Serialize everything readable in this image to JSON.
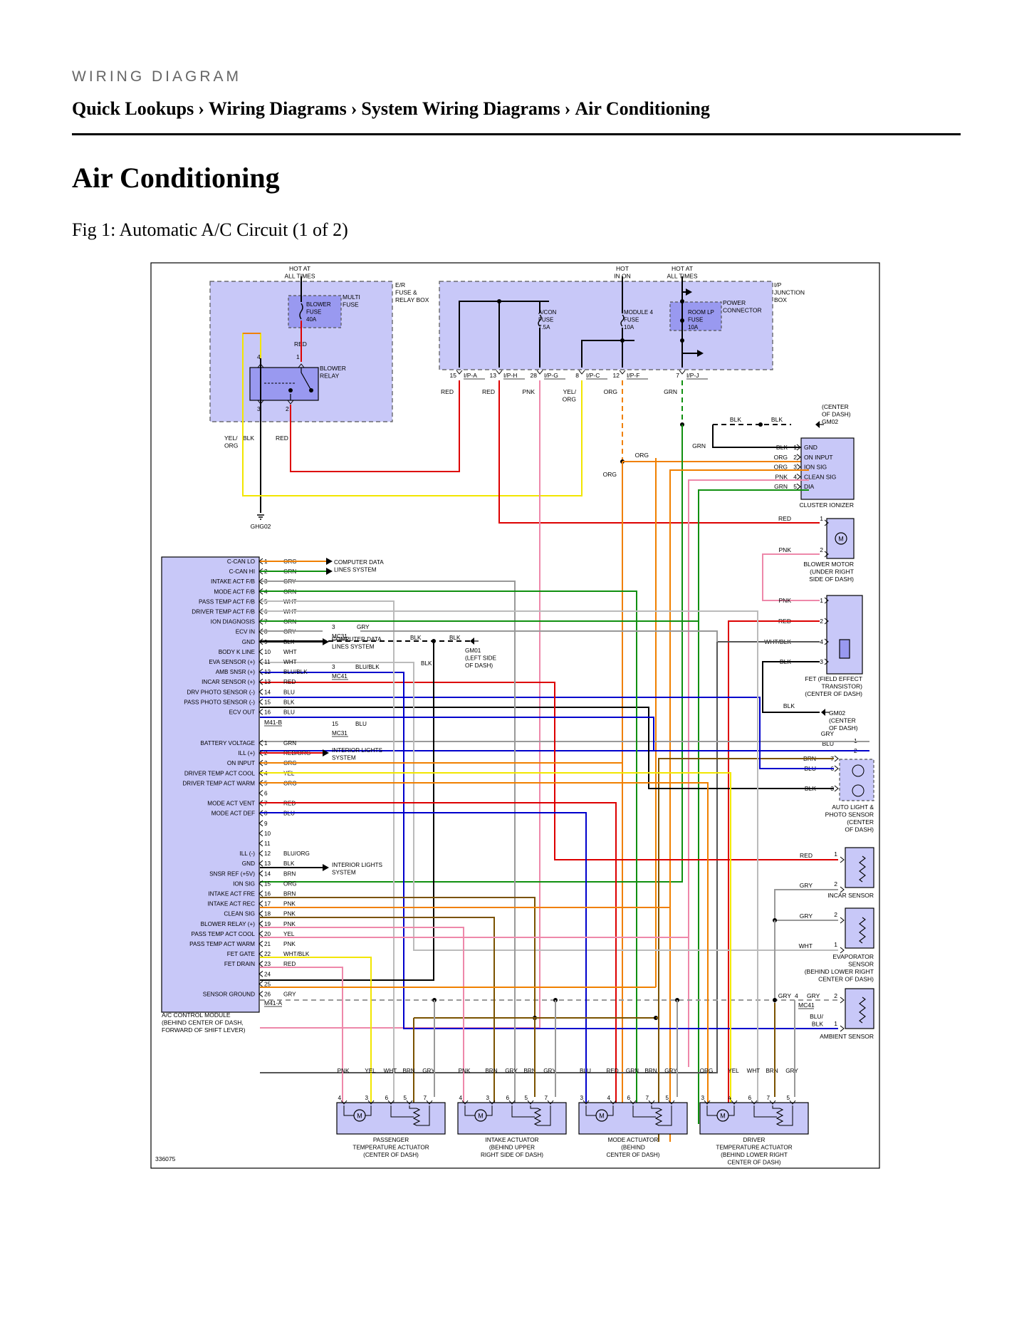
{
  "header": {
    "kicker": "WIRING DIAGRAM",
    "breadcrumb": [
      "Quick Lookups",
      "Wiring Diagrams",
      "System Wiring Diagrams",
      "Air Conditioning"
    ],
    "separator": "›"
  },
  "page_title": "Air Conditioning",
  "figure_caption": "Fig 1: Automatic A/C Circuit (1 of 2)",
  "diagram": {
    "figure_id": "336075",
    "wire_colors": {
      "RED": "#dd0000",
      "ORG": "#f08000",
      "YEL": "#f2e600",
      "GRN": "#109010",
      "BLK": "#333333",
      "WHT": "#bbbbbb",
      "GRY": "#999999",
      "PNK": "#ee88aa",
      "BLU": "#0000cc",
      "BRN": "#7a5200"
    },
    "box_fill": "#c8c8f8",
    "er_box": {
      "hot_label": [
        "HOT AT",
        "ALL TIMES"
      ],
      "label": [
        "E/R",
        "FUSE &",
        "RELAY BOX"
      ],
      "multi_fuse": [
        "MULTI",
        "FUSE"
      ],
      "blower_fuse": [
        "BLOWER",
        "FUSE",
        "40A"
      ],
      "wire_red": "RED",
      "blower_relay": [
        "BLOWER",
        "RELAY"
      ],
      "pins": [
        "4",
        "1",
        "3",
        "2"
      ]
    },
    "ip_box": {
      "hot_in_on": [
        "HOT",
        "IN ON"
      ],
      "hot_all": [
        "HOT AT",
        "ALL TIMES"
      ],
      "label": [
        "I/P",
        "JUNCTION",
        "BOX"
      ],
      "acon_fuse": [
        "A/CON",
        "FUSE",
        "7.5A"
      ],
      "module4_fuse": [
        "MODULE 4",
        "FUSE",
        "10A"
      ],
      "roomlp_fuse": [
        "ROOM LP",
        "FUSE",
        "10A"
      ],
      "power_connector": [
        "POWER",
        "CONNECTOR"
      ],
      "connectors": [
        {
          "pin": "15",
          "name": "I/P-A",
          "wire": "RED"
        },
        {
          "pin": "13",
          "name": "I/P-H",
          "wire": "RED"
        },
        {
          "pin": "28",
          "name": "I/P-G",
          "wire": "PNK"
        },
        {
          "pin": "8",
          "name": "I/P-C",
          "wire": "YEL/ ORG"
        },
        {
          "pin": "12",
          "name": "I/P-F",
          "wire": "ORG"
        },
        {
          "pin": "7",
          "name": "I/P-J",
          "wire": "GRN"
        }
      ]
    },
    "misc_labels": {
      "yel_org": [
        "YEL/",
        "ORG"
      ],
      "blk": "BLK",
      "red": "RED",
      "ghg02": "GHG02",
      "center_of_dash": [
        "(CENTER",
        "OF DASH)",
        "GM02"
      ],
      "gm01": [
        "GM01",
        "(LEFT SIDE",
        "OF DASH)"
      ],
      "gm02_center": [
        "GM02",
        "(CENTER",
        "OF DASH)"
      ],
      "grn": "GRN",
      "org": "ORG",
      "gry": "GRY",
      "blu": "BLU"
    },
    "cluster_ionizer": {
      "label": "CLUSTER IONIZER",
      "pins": [
        {
          "wire": "BLK",
          "pin": "1",
          "name": "GND"
        },
        {
          "wire": "ORG",
          "pin": "2",
          "name": "ON INPUT"
        },
        {
          "wire": "ORG",
          "pin": "3",
          "name": "ION SIG"
        },
        {
          "wire": "PNK",
          "pin": "4",
          "name": "CLEAN SIG"
        },
        {
          "wire": "GRN",
          "pin": "5",
          "name": "DIA"
        }
      ]
    },
    "blower_motor": {
      "label": [
        "BLOWER MOTOR",
        "(UNDER RIGHT",
        "SIDE OF DASH)"
      ],
      "pins": [
        {
          "wire": "RED",
          "pin": "1"
        },
        {
          "wire": "PNK",
          "pin": "2"
        }
      ]
    },
    "fet": {
      "label": [
        "FET (FIELD EFFECT",
        "TRANSISTOR)",
        "(CENTER OF DASH)"
      ],
      "pins": [
        {
          "wire": "PNK",
          "pin": "1"
        },
        {
          "wire": "RED",
          "pin": "2"
        },
        {
          "wire": "WHT/BLK",
          "pin": "4"
        },
        {
          "wire": "BLK",
          "pin": "3"
        }
      ]
    },
    "photo_sensor": {
      "label": [
        "AUTO LIGHT &",
        "PHOTO SENSOR",
        "(CENTER",
        "OF DASH)"
      ],
      "pins": [
        {
          "wire": "GRY",
          "pin": "1"
        },
        {
          "wire": "BLU",
          "pin": "2"
        },
        {
          "wire": "BRN",
          "pin": "7"
        },
        {
          "wire": "BLU",
          "pin": "6"
        },
        {
          "wire": "BLK",
          "pin": "3"
        }
      ]
    },
    "incar_sensor": {
      "label": "INCAR SENSOR",
      "pins": [
        {
          "wire": "RED",
          "pin": "1"
        },
        {
          "wire": "GRY",
          "pin": "2"
        }
      ]
    },
    "evaporator_sensor": {
      "label": [
        "EVAPORATOR",
        "SENSOR",
        "(BEHIND LOWER RIGHT",
        "CENTER OF DASH)"
      ],
      "pins": [
        {
          "wire": "GRY",
          "pin": "2"
        },
        {
          "wire": "WHT",
          "pin": "1"
        }
      ]
    },
    "ambient_sensor": {
      "label": "AMBIENT SENSOR",
      "pins": [
        {
          "wire": "GRY",
          "pin": "2"
        },
        {
          "wire": "BLU/ BLK",
          "pin": "1"
        }
      ],
      "connector": {
        "pin": "4",
        "name": "MC41",
        "wire_left": "GRY",
        "wire_right": "GRY"
      }
    },
    "module": {
      "label": [
        "A/C CONTROL MODULE",
        "(BEHIND CENTER OF DASH,",
        "FORWARD OF SHIFT LEVER)"
      ],
      "connector_a": "M41-A",
      "connector_b": "M41-B",
      "group1": [
        {
          "n": "1",
          "name": "C-CAN LO",
          "wire": "ORG"
        },
        {
          "n": "2",
          "name": "C-CAN HI",
          "wire": "GRN"
        },
        {
          "n": "3",
          "name": "INTAKE ACT F/B",
          "wire": "GRY"
        },
        {
          "n": "4",
          "name": "MODE ACT F/B",
          "wire": "GRN"
        },
        {
          "n": "5",
          "name": "PASS TEMP ACT F/B",
          "wire": "WHT"
        },
        {
          "n": "6",
          "name": "DRIVER TEMP ACT F/B",
          "wire": "WHT"
        },
        {
          "n": "7",
          "name": "ION DIAGNOSIS",
          "wire": "GRN"
        },
        {
          "n": "8",
          "name": "ECV IN",
          "wire": "GRY"
        },
        {
          "n": "9",
          "name": "GND",
          "wire": "BLK"
        },
        {
          "n": "10",
          "name": "BODY K LINE",
          "wire": "WHT"
        },
        {
          "n": "11",
          "name": "EVA SENSOR (+)",
          "wire": "WHT"
        },
        {
          "n": "12",
          "name": "AMB SNSR (+)",
          "wire": "BLU/BLK"
        },
        {
          "n": "13",
          "name": "INCAR SENSOR (+)",
          "wire": "RED"
        },
        {
          "n": "14",
          "name": "DRV PHOTO SENSOR (-)",
          "wire": "BLU"
        },
        {
          "n": "15",
          "name": "PASS PHOTO SENSOR (-)",
          "wire": "BLK"
        },
        {
          "n": "16",
          "name": "ECV OUT",
          "wire": "BLU"
        }
      ],
      "group2": [
        {
          "n": "1",
          "name": "BATTERY VOLTAGE",
          "wire": "GRN"
        },
        {
          "n": "2",
          "name": "ILL (+)",
          "wire": "RED/ORG"
        },
        {
          "n": "3",
          "name": "ON INPUT",
          "wire": "ORG"
        },
        {
          "n": "4",
          "name": "DRIVER TEMP ACT COOL",
          "wire": "YEL"
        },
        {
          "n": "5",
          "name": "DRIVER TEMP ACT WARM",
          "wire": "ORG"
        },
        {
          "n": "6",
          "name": "",
          "wire": ""
        },
        {
          "n": "7",
          "name": "MODE ACT VENT",
          "wire": "RED"
        },
        {
          "n": "8",
          "name": "MODE ACT DEF",
          "wire": "BLU"
        },
        {
          "n": "9",
          "name": "",
          "wire": ""
        },
        {
          "n": "10",
          "name": "",
          "wire": ""
        },
        {
          "n": "11",
          "name": "",
          "wire": ""
        },
        {
          "n": "12",
          "name": "ILL (-)",
          "wire": "BLU/ORG"
        },
        {
          "n": "13",
          "name": "GND",
          "wire": "BLK"
        },
        {
          "n": "14",
          "name": "SNSR REF (+5V)",
          "wire": "BRN"
        },
        {
          "n": "15",
          "name": "ION SIG",
          "wire": "ORG"
        },
        {
          "n": "16",
          "name": "INTAKE ACT FRE",
          "wire": "BRN"
        },
        {
          "n": "17",
          "name": "INTAKE ACT REC",
          "wire": "PNK"
        },
        {
          "n": "18",
          "name": "CLEAN SIG",
          "wire": "PNK"
        },
        {
          "n": "19",
          "name": "BLOWER RELAY (+)",
          "wire": "PNK"
        },
        {
          "n": "20",
          "name": "PASS TEMP ACT COOL",
          "wire": "YEL"
        },
        {
          "n": "21",
          "name": "PASS TEMP ACT WARM",
          "wire": "PNK"
        },
        {
          "n": "22",
          "name": "FET GATE",
          "wire": "WHT/BLK"
        },
        {
          "n": "23",
          "name": "FET DRAIN",
          "wire": "RED"
        },
        {
          "n": "24",
          "name": "",
          "wire": ""
        },
        {
          "n": "25",
          "name": "",
          "wire": ""
        },
        {
          "n": "26",
          "name": "SENSOR GROUND",
          "wire": "GRY"
        }
      ],
      "computer_data_lines": [
        "COMPUTER DATA",
        "LINES SYSTEM"
      ],
      "interior_lights": [
        "INTERIOR LIGHTS",
        "SYSTEM"
      ],
      "mc31_top": {
        "pin": "3",
        "name": "MC31",
        "wire": "GRY",
        "blk_left": "BLK",
        "blk_right": "BLK"
      },
      "mc41": {
        "pin": "3",
        "name": "MC41",
        "wire": "BLU/BLK"
      },
      "mc31_bottom": {
        "pin": "15",
        "name": "MC31",
        "wire": "BLU"
      },
      "blk_drop": "BLK"
    },
    "actuators": [
      {
        "name": [
          "PASSENGER",
          "TEMPERATURE ACTUATOR",
          "(CENTER OF DASH)"
        ],
        "wires": [
          "PNK",
          "YEL",
          "WHT",
          "BRN",
          "GRY"
        ],
        "pins": [
          "4",
          "3",
          "6",
          "5",
          "7"
        ]
      },
      {
        "name": [
          "INTAKE ACTUATOR",
          "(BEHIND UPPER",
          "RIGHT SIDE OF DASH)"
        ],
        "wires": [
          "PNK",
          "BRN",
          "GRY",
          "BRN",
          "GRY"
        ],
        "pins": [
          "4",
          "3",
          "6",
          "5",
          "7"
        ]
      },
      {
        "name": [
          "MODE ACTUATOR",
          "(BEHIND",
          "CENTER OF DASH)"
        ],
        "wires": [
          "BLU",
          "RED",
          "GRN",
          "BRN",
          "GRY"
        ],
        "pins": [
          "3",
          "4",
          "6",
          "7",
          "5"
        ]
      },
      {
        "name": [
          "DRIVER",
          "TEMPERATURE ACTUATOR",
          "(BEHIND LOWER RIGHT",
          "CENTER OF DASH)"
        ],
        "wires": [
          "ORG",
          "YEL",
          "WHT",
          "BRN",
          "GRY"
        ],
        "pins": [
          "3",
          "4",
          "6",
          "7",
          "5"
        ]
      }
    ]
  }
}
